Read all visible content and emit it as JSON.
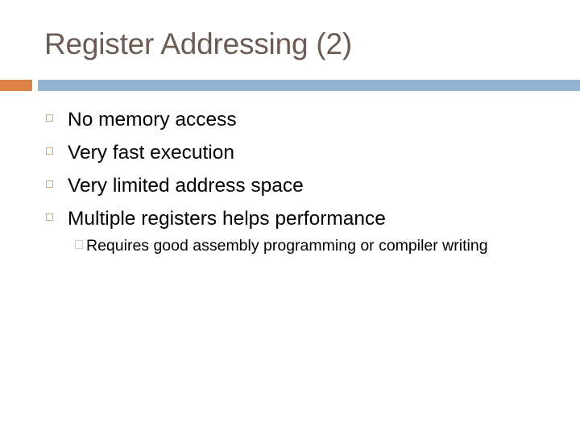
{
  "slide": {
    "title": "Register Addressing (2)",
    "title_color": "#6B5B53",
    "background_color": "#ffffff",
    "accent_square_color": "#DD8247",
    "accent_bar_color": "#94B3D1",
    "bullet_marker_color": "#E0A372",
    "sub_bullet_marker_color": "#C3CFD9",
    "body_text_color": "#000000"
  },
  "bullets": [
    {
      "text": "No memory access"
    },
    {
      "text": "Very fast execution"
    },
    {
      "text": "Very limited address space"
    },
    {
      "text": "Multiple registers helps performance"
    }
  ],
  "sub_bullets": [
    {
      "text": "Requires good assembly programming or compiler writing"
    }
  ]
}
